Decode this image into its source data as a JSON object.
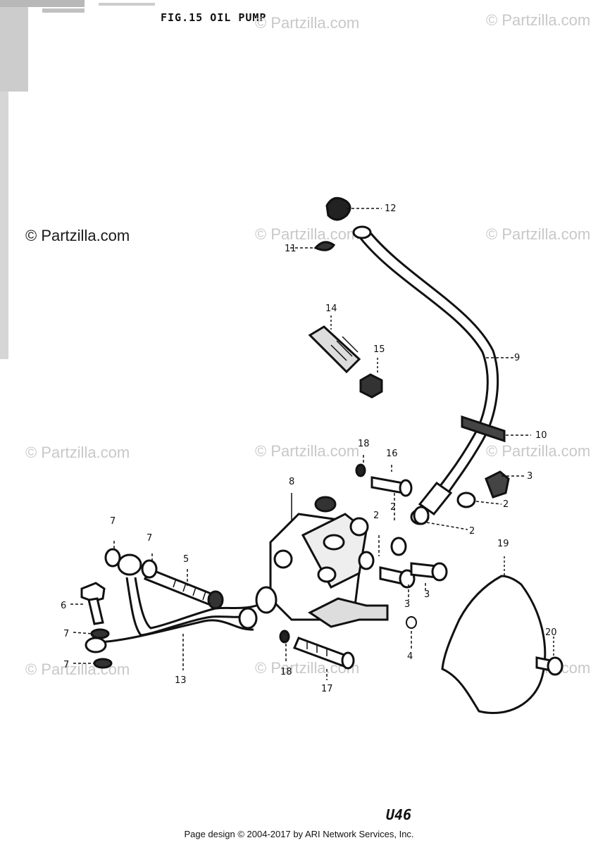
{
  "figure": {
    "title": "FIG.15 OIL PUMP",
    "page_number": "U46"
  },
  "watermarks": {
    "main": "© Partzilla.com",
    "faded": "© Partzilla.com"
  },
  "footer": "Page design © 2004-2017 by ARI Network Services, Inc.",
  "callouts": [
    "12",
    "11",
    "14",
    "15",
    "9",
    "10",
    "18",
    "16",
    "3",
    "2",
    "2",
    "8",
    "2",
    "2",
    "3",
    "3",
    "7",
    "7",
    "5",
    "6",
    "7",
    "7",
    "13",
    "18",
    "17",
    "4",
    "19",
    "20"
  ]
}
